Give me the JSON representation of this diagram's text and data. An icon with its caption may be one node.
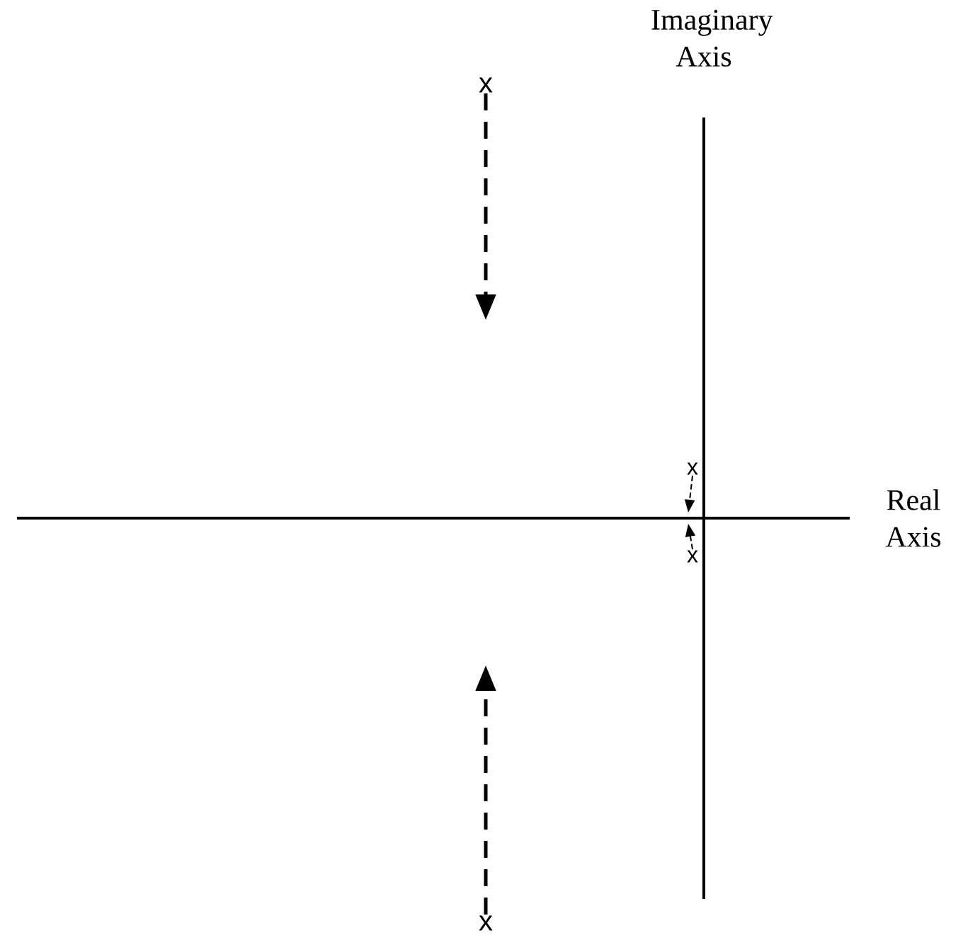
{
  "diagram": {
    "nodes": [
      {
        "text": [
          "x"
        ]
      },
      {
        "text": [
          "x"
        ]
      },
      {
        "text": [
          "x"
        ]
      },
      {
        "text": [
          "x"
        ]
      }
    ],
    "edges": [
      {
        "from": 0,
        "to": null,
        "arrow": "to",
        "style": "dashed"
      },
      {
        "from": 2,
        "to": null,
        "arrow": "to",
        "style": "dashed"
      },
      {
        "from": 3,
        "to": null,
        "arrow": "to",
        "style": "dashed"
      },
      {
        "from": 1,
        "to": null,
        "arrow": "to",
        "style": "dashed"
      }
    ],
    "labels": [
      "Imaginary Axis",
      "Real Axis"
    ]
  }
}
